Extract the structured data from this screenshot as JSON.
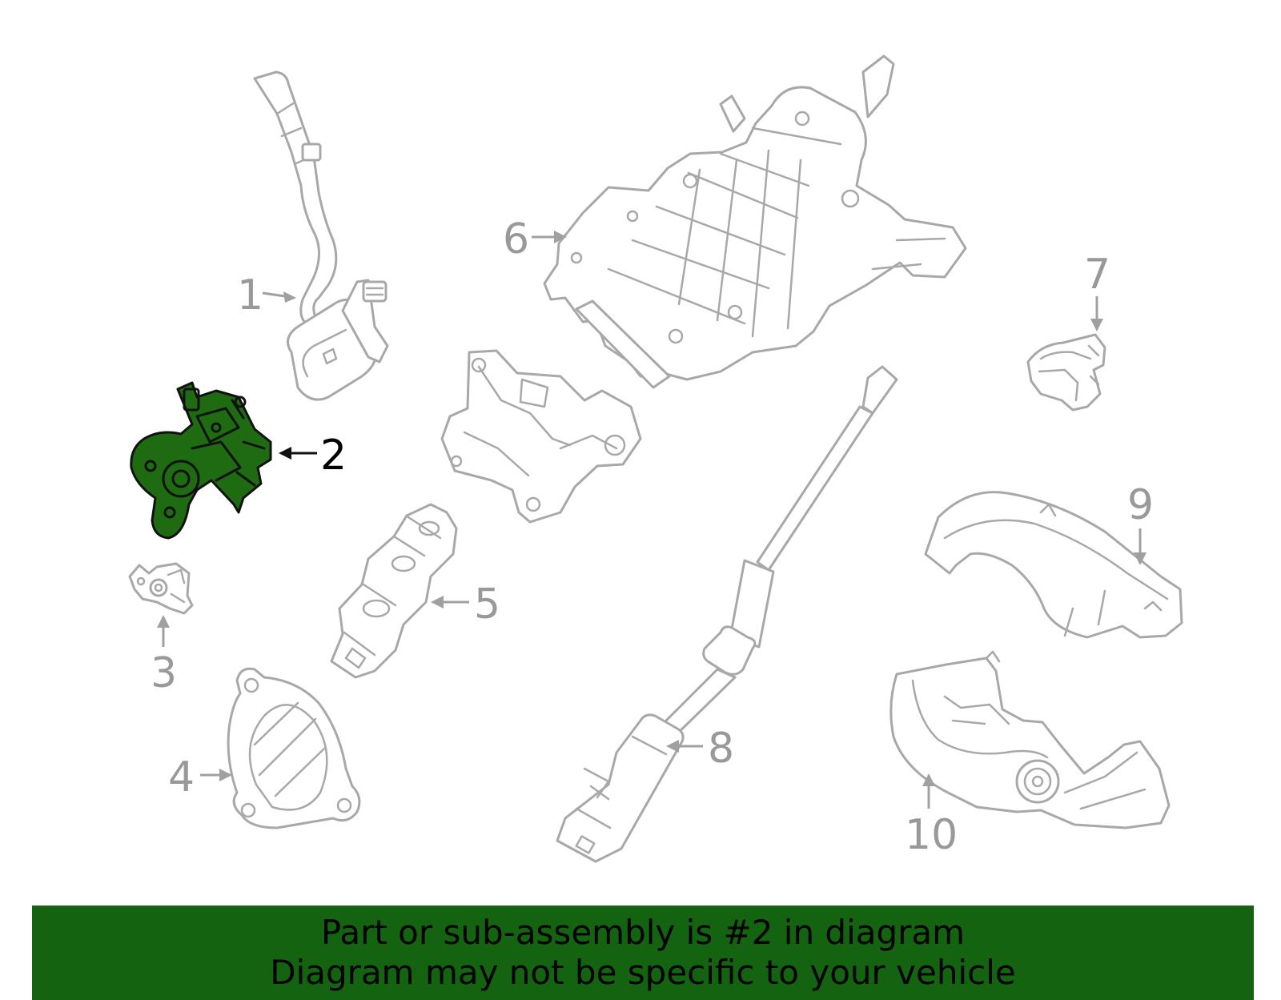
{
  "diagram": {
    "highlight_color": "#1f6b12",
    "outline_color": "#a8a8a8",
    "callouts": [
      {
        "id": "1",
        "label": "1"
      },
      {
        "id": "2",
        "label": "2",
        "highlighted": true
      },
      {
        "id": "3",
        "label": "3"
      },
      {
        "id": "4",
        "label": "4"
      },
      {
        "id": "5",
        "label": "5"
      },
      {
        "id": "6",
        "label": "6"
      },
      {
        "id": "7",
        "label": "7"
      },
      {
        "id": "8",
        "label": "8"
      },
      {
        "id": "9",
        "label": "9"
      },
      {
        "id": "10",
        "label": "10"
      }
    ]
  },
  "banner": {
    "line1": "Part or sub-assembly is #2 in diagram",
    "line2": "Diagram may not be specific to your vehicle",
    "background": "#136311"
  }
}
